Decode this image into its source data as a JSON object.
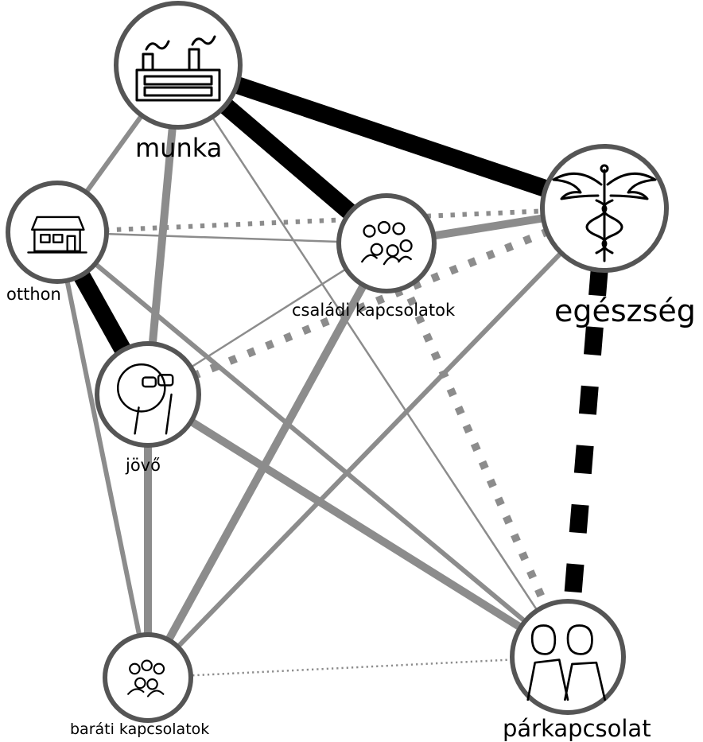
{
  "nodes": {
    "munka": {
      "label": "munka",
      "icon": "factory-icon"
    },
    "otthon": {
      "label": "otthon",
      "icon": "house-icon"
    },
    "csaladi": {
      "label": "családi kapcsolatok",
      "icon": "family-icon"
    },
    "egeszseg": {
      "label": "egészség",
      "icon": "caduceus-icon"
    },
    "jovo": {
      "label": "jövő",
      "icon": "binoculars-icon"
    },
    "barati": {
      "label": "baráti kapcsolatok",
      "icon": "friends-icon"
    },
    "park": {
      "label": "párkapcsolat",
      "icon": "couple-icon"
    }
  },
  "edges": [
    {
      "from": "munka",
      "to": "egeszseg",
      "strength": "very-strong",
      "style": "solid",
      "color": "#000000"
    },
    {
      "from": "munka",
      "to": "csaladi",
      "strength": "very-strong",
      "style": "solid",
      "color": "#000000"
    },
    {
      "from": "otthon",
      "to": "jovo",
      "strength": "very-strong",
      "style": "solid",
      "color": "#000000"
    },
    {
      "from": "egeszseg",
      "to": "park",
      "strength": "very-strong",
      "style": "dashed",
      "color": "#000000"
    },
    {
      "from": "munka",
      "to": "otthon",
      "strength": "medium",
      "style": "solid",
      "color": "#8c8c8c"
    },
    {
      "from": "munka",
      "to": "jovo",
      "strength": "strong",
      "style": "solid",
      "color": "#8c8c8c"
    },
    {
      "from": "munka",
      "to": "park",
      "strength": "weak",
      "style": "solid",
      "color": "#8c8c8c"
    },
    {
      "from": "otthon",
      "to": "csaladi",
      "strength": "weak",
      "style": "solid",
      "color": "#8c8c8c"
    },
    {
      "from": "otthon",
      "to": "egeszseg",
      "strength": "medium",
      "style": "dotted",
      "color": "#8c8c8c"
    },
    {
      "from": "otthon",
      "to": "park",
      "strength": "medium",
      "style": "solid",
      "color": "#8c8c8c"
    },
    {
      "from": "otthon",
      "to": "barati",
      "strength": "medium",
      "style": "solid",
      "color": "#8c8c8c"
    },
    {
      "from": "csaladi",
      "to": "egeszseg",
      "strength": "strong",
      "style": "solid",
      "color": "#8c8c8c"
    },
    {
      "from": "csaladi",
      "to": "jovo",
      "strength": "weak",
      "style": "solid",
      "color": "#8c8c8c"
    },
    {
      "from": "csaladi",
      "to": "barati",
      "strength": "strong",
      "style": "solid",
      "color": "#8c8c8c"
    },
    {
      "from": "csaladi",
      "to": "park",
      "strength": "strong",
      "style": "dotted",
      "color": "#8c8c8c"
    },
    {
      "from": "egeszseg",
      "to": "jovo",
      "strength": "strong",
      "style": "dotted",
      "color": "#8c8c8c"
    },
    {
      "from": "egeszseg",
      "to": "barati",
      "strength": "medium",
      "style": "solid",
      "color": "#8c8c8c"
    },
    {
      "from": "jovo",
      "to": "barati",
      "strength": "strong",
      "style": "solid",
      "color": "#8c8c8c"
    },
    {
      "from": "jovo",
      "to": "park",
      "strength": "strong",
      "style": "solid",
      "color": "#8c8c8c"
    },
    {
      "from": "barati",
      "to": "park",
      "strength": "weak",
      "style": "dotted",
      "color": "#8c8c8c"
    }
  ]
}
